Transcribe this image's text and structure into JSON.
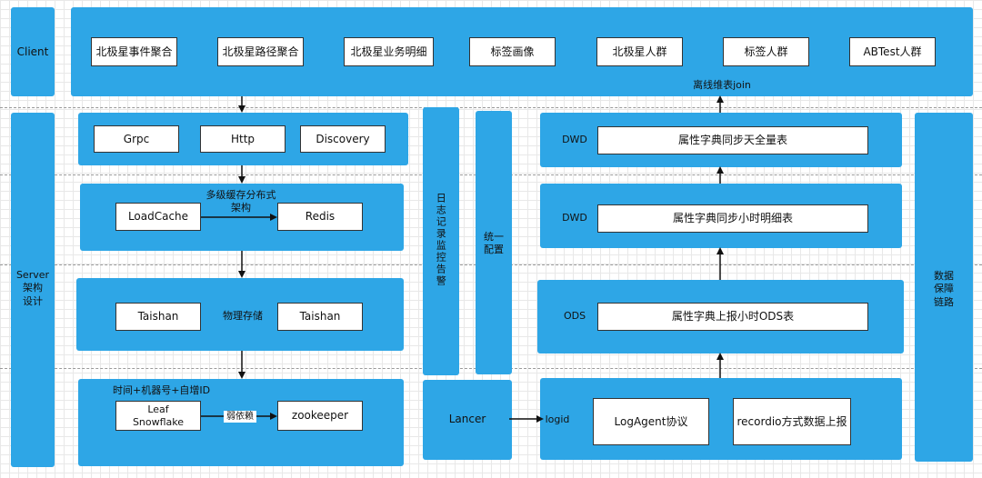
{
  "client": {
    "label": "Client",
    "items": [
      "北极星事件聚合",
      "北极星路径聚合",
      "北极星业务明细",
      "标签画像",
      "北极星人群",
      "标签人群",
      "ABTest人群"
    ],
    "join_label": "离线维表join"
  },
  "server": {
    "label_line1": "Server",
    "label_line2": "架构设计",
    "protocols": [
      "Grpc",
      "Http",
      "Discovery"
    ],
    "cache": {
      "title_line1": "多级缓存分布式",
      "title_line2": "架构",
      "local": "LoadCache",
      "remote": "Redis"
    },
    "storage": {
      "left": "Taishan",
      "middle": "物理存储",
      "right": "Taishan"
    },
    "id_gen": {
      "title": "时间+机器号+自增ID",
      "leaf_line1": "Leaf",
      "leaf_line2": "Snowflake",
      "dep_label": "弱依赖",
      "zk": "zookeeper"
    }
  },
  "log_monitor": "日志记录监控告警",
  "unified_config": "统一配置",
  "lancer": "Lancer",
  "logid": "logid",
  "pipeline": {
    "dwd_full": {
      "tag": "DWD",
      "table": "属性字典同步天全量表"
    },
    "dwd_hourly": {
      "tag": "DWD",
      "table": "属性字典同步小时明细表"
    },
    "ods": {
      "tag": "ODS",
      "table": "属性字典上报小时ODS表"
    },
    "ingest": {
      "agent": "LogAgent协议",
      "recordio": "recordio方式数据上报"
    }
  },
  "data_assurance": "数据保障链路"
}
